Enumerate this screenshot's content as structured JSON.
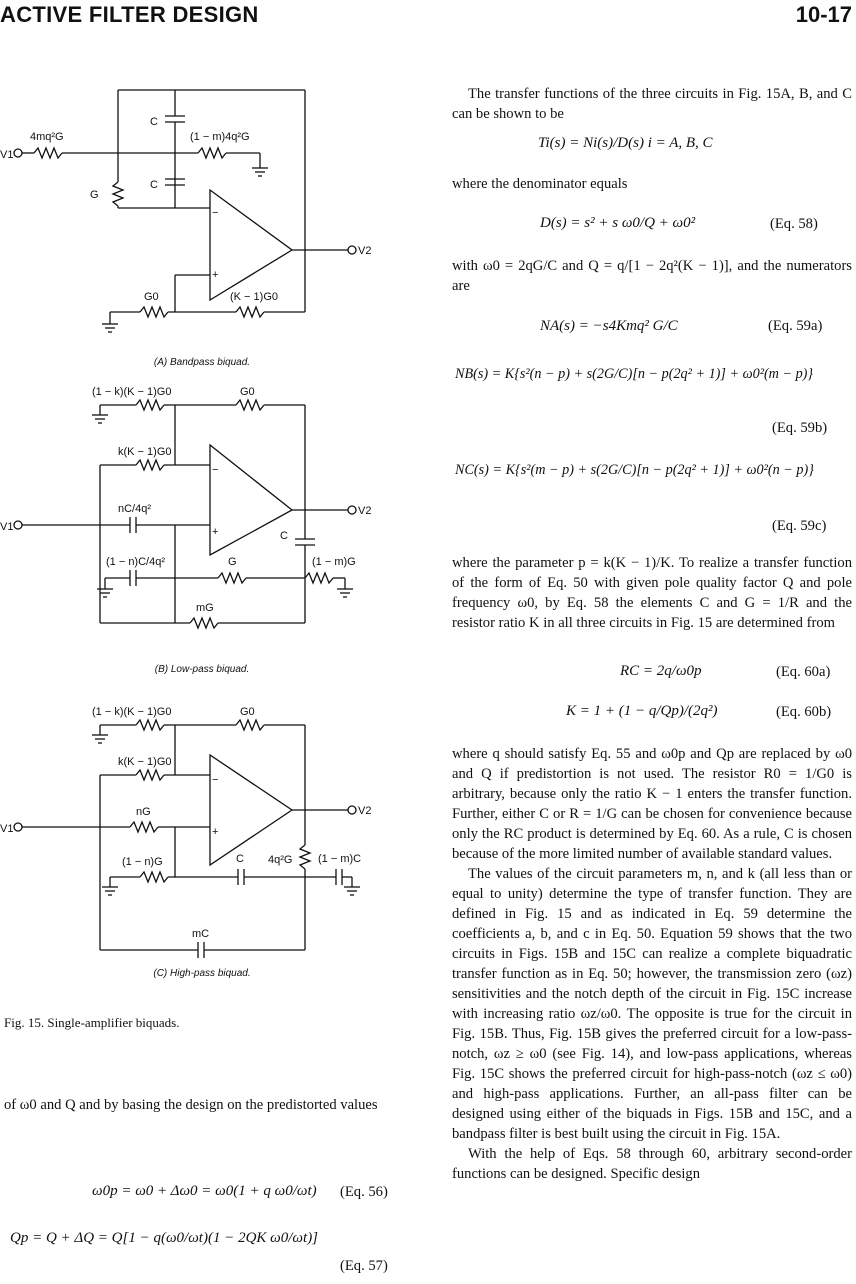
{
  "header": {
    "title": "ACTIVE FILTER DESIGN",
    "page": "10-17"
  },
  "figures": {
    "a": {
      "caption": "(A) Bandpass biquad.",
      "labels": {
        "vin": "V1",
        "vout": "V2",
        "r_in": "4mq²G",
        "c_top": "C",
        "r_right": "(1 − m)4q²G",
        "g": "G",
        "c_mid": "C",
        "g0": "G0",
        "kg0": "(K − 1)G0"
      }
    },
    "b": {
      "caption": "(B) Low-pass biquad.",
      "labels": {
        "vin": "V1",
        "vout": "V2",
        "r_top_left": "(1 − k)(K − 1)G0",
        "g0": "G0",
        "r_k": "k(K − 1)G0",
        "c_n": "nC/4q²",
        "c_out": "C",
        "c_1n": "(1 − n)C/4q²",
        "g": "G",
        "r_1m": "(1 − m)G",
        "mg": "mG"
      }
    },
    "c": {
      "caption": "(C) High-pass biquad.",
      "labels": {
        "vin": "V1",
        "vout": "V2",
        "r_top_left": "(1 − k)(K − 1)G0",
        "g0": "G0",
        "r_k": "k(K − 1)G0",
        "ng": "nG",
        "r_4q": "4q²G",
        "r_1n": "(1 − n)G",
        "c": "C",
        "c_1m": "(1 − m)C",
        "mc": "mC"
      }
    }
  },
  "fig_caption": "Fig. 15. Single-amplifier biquads.",
  "left_text": "of ω0 and Q and by basing the design on the predistorted values",
  "eqs": {
    "e56": "ω0p = ω0 + Δω0 = ω0(1 + q ω0/ωt)",
    "n56": "(Eq. 56)",
    "e57": "Qp = Q + ΔQ = Q[1 − q(ω0/ωt)(1 − 2QK ω0/ωt)]",
    "n57": "(Eq. 57)",
    "tf": "Ti(s) = Ni(s)/D(s)   i = A, B, C",
    "e58": "D(s) = s² + s ω0/Q + ω0²",
    "n58": "(Eq. 58)",
    "e59a": "NA(s) = −s4Kmq² G/C",
    "n59a": "(Eq. 59a)",
    "e59b": "NB(s) = K{s²(n − p) + s(2G/C)[n − p(2q² + 1)] + ω0²(m − p)}",
    "n59b": "(Eq. 59b)",
    "e59c": "NC(s) = K{s²(m − p) + s(2G/C)[n − p(2q² + 1)] + ω0²(n − p)}",
    "n59c": "(Eq. 59c)",
    "e60a": "RC = 2q/ω0p",
    "n60a": "(Eq. 60a)",
    "e60b": "K = 1 + (1 − q/Qp)/(2q²)",
    "n60b": "(Eq. 60b)"
  },
  "right_text": {
    "p1": "The transfer functions of the three circuits in Fig. 15A, B, and C can be shown to be",
    "p2": "where the denominator equals",
    "p3": "with ω0 = 2qG/C and Q = q/[1 − 2q²(K − 1)], and the numerators are",
    "p4": "where the parameter p = k(K − 1)/K. To realize a transfer function of the form of Eq. 50 with given pole quality factor Q and pole frequency ω0, by Eq. 58 the elements C and G = 1/R and the resistor ratio K in all three circuits in Fig. 15 are determined from",
    "p5": "where q should satisfy Eq. 55 and ω0p and Qp are replaced by ω0 and Q if predistortion is not used. The resistor R0 = 1/G0 is arbitrary, because only the ratio K − 1 enters the transfer function. Further, either C or R = 1/G can be chosen for convenience because only the RC product is determined by Eq. 60. As a rule, C is chosen because of the more limited number of available standard values.",
    "p6": "The values of the circuit parameters m, n, and k (all less than or equal to unity) determine the type of transfer function. They are defined in Fig. 15 and as indicated in Eq. 59 determine the coefficients a, b, and c in Eq. 50. Equation 59 shows that the two circuits in Figs. 15B and 15C can realize a complete biquadratic transfer function as in Eq. 50; however, the transmission zero (ωz) sensitivities and the notch depth of the circuit in Fig. 15C increase with increasing ratio ωz/ω0. The opposite is true for the circuit in Fig. 15B. Thus, Fig. 15B gives the preferred circuit for a low-pass-notch, ωz ≥ ω0 (see Fig. 14), and low-pass applications, whereas Fig. 15C shows the preferred circuit for high-pass-notch (ωz ≤ ω0) and high-pass applications. Further, an all-pass filter can be designed using either of the biquads in Figs. 15B and 15C, and a bandpass filter is best built using the circuit in Fig. 15A.",
    "p7": "With the help of Eqs. 58 through 60, arbitrary second-order functions can be designed. Specific design"
  }
}
